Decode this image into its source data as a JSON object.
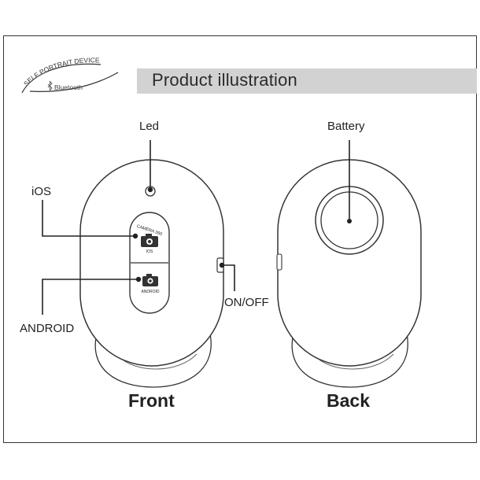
{
  "logo": {
    "brand_line": "SELF PORTRAIT DEVICE",
    "sub_line": "Bluetooth"
  },
  "header": {
    "title": "Product  illustration"
  },
  "front": {
    "caption": "Front",
    "callouts": {
      "led": "Led",
      "ios": "iOS",
      "android": "ANDROID",
      "onoff": "ON/OFF"
    },
    "buttons": {
      "ios_top_text": "CAMERA 360",
      "ios_bottom_text": "IOS",
      "android_text": "ANDROID"
    }
  },
  "back": {
    "caption": "Back",
    "callouts": {
      "battery": "Battery"
    }
  },
  "icons": [
    "bluetooth-icon",
    "camera-icon"
  ]
}
